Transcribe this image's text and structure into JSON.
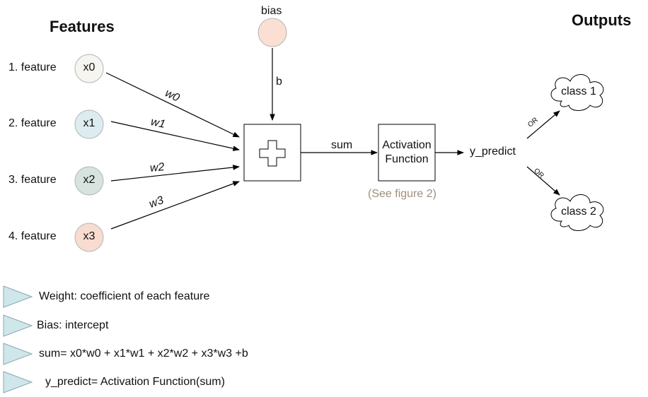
{
  "features_heading": "Features",
  "outputs_heading": "Outputs",
  "features": [
    {
      "label": "1. feature",
      "node": "x0",
      "weight": "w0",
      "color": "#f6f5ef"
    },
    {
      "label": "2. feature",
      "node": "x1",
      "weight": "w1",
      "color": "#dcecf0"
    },
    {
      "label": "3. feature",
      "node": "x2",
      "weight": "w2",
      "color": "#d6e3df"
    },
    {
      "label": "4. feature",
      "node": "x3",
      "weight": "w3",
      "color": "#f8dcd0"
    }
  ],
  "bias": {
    "label": "bias",
    "edge_label": "b",
    "color": "#fadfd2"
  },
  "sum_label": "sum",
  "activation": {
    "line1": "Activation",
    "line2": "Function",
    "note": "(See figure 2)",
    "note_color": "#a08e7c"
  },
  "y_predict": "y_predict",
  "or_label": "OR",
  "outputs": [
    "class 1",
    "class 2"
  ],
  "legend": [
    "Weight: coefficient of each feature",
    "Bias: intercept",
    "sum= x0*w0 + x1*w1 + x2*w2 + x3*w3 +b",
    "y_predict= Activation Function(sum)"
  ],
  "legend_marker_color": "#cfe6ea"
}
